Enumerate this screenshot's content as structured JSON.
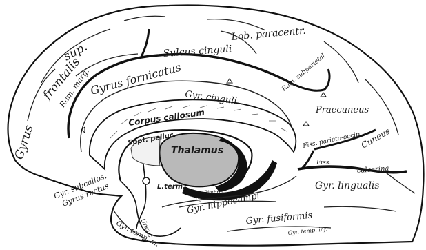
{
  "figure": {
    "labels": {
      "gyrus_frontalis": "Gyrus",
      "gyrus_frontalis_2": "frontalis",
      "gyrus_frontalis_3": "sup.",
      "ram_marg": "Ram. marg.",
      "gyrus_fornicatus": "Gyrus fornicatus",
      "sulcus_cinguli": "Sulcus cinguli",
      "lob_paracentr": "Lob. paracentr.",
      "ram_subparietalis": "Ram. subparietal",
      "gyr_cinguli": "Gyr. cinguli",
      "corpus_callosum": "Corpus callosum",
      "sept_pelluc": "Sept. pelluc.",
      "thalamus": "Thalamus",
      "praecuneus": "Praecuneus",
      "fiss_parieto_occip": "Fiss. parieto-occip.",
      "cuneus": "Cuneus",
      "fiss": "Fiss.",
      "calcarina": "calcarina",
      "gyr_lingualis": "Gyr. lingualis",
      "gyr_subcallos": "Gyr. subcallos.",
      "gyrus_rectus": "Gyrus rectus",
      "l_term": "L.term.",
      "fimbria": "Fimbria",
      "gyr_dentat": "Gyr. dentat.",
      "gyr_hippocampi": "Gyr. hippocampi",
      "uncus": "Uncus",
      "gyr_temp_m": "Gyr. temp. m.",
      "gyr_fusiformis": "Gyr. fusiformis",
      "gyr_temp_inf": "Gyr. temp. inf."
    },
    "colors": {
      "ink": "#111111",
      "thalamus_fill": "#b9b9b9",
      "paper": "#ffffff"
    }
  }
}
